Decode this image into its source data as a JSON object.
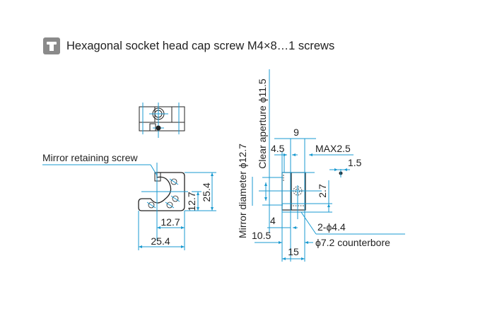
{
  "header": {
    "icon": "screw-icon",
    "title": "Hexagonal socket head cap screw M4×8…1 screws"
  },
  "colors": {
    "dimension_line": "#1a9ad0",
    "outline": "#222222",
    "icon_bg": "#8a8a8a"
  },
  "front_view": {
    "callout": "Mirror retaining screw",
    "dim_height_total": "25.4",
    "dim_height_center": "12.7",
    "dim_width_center": "12.7",
    "dim_width_total": "25.4"
  },
  "side_view": {
    "clear_aperture": "Clear aperture ϕ11.5",
    "mirror_diameter": "Mirror diameter ϕ12.7",
    "dim_9": "9",
    "dim_4_5": "4.5",
    "dim_max2_5": "MAX2.5",
    "dim_1_5": "1.5",
    "dim_2_7": "2.7",
    "dim_4": "4",
    "dim_10_5": "10.5",
    "dim_15": "15",
    "hole_spec": "2-ϕ4.4",
    "counterbore_spec": "ϕ7.2 counterbore"
  }
}
